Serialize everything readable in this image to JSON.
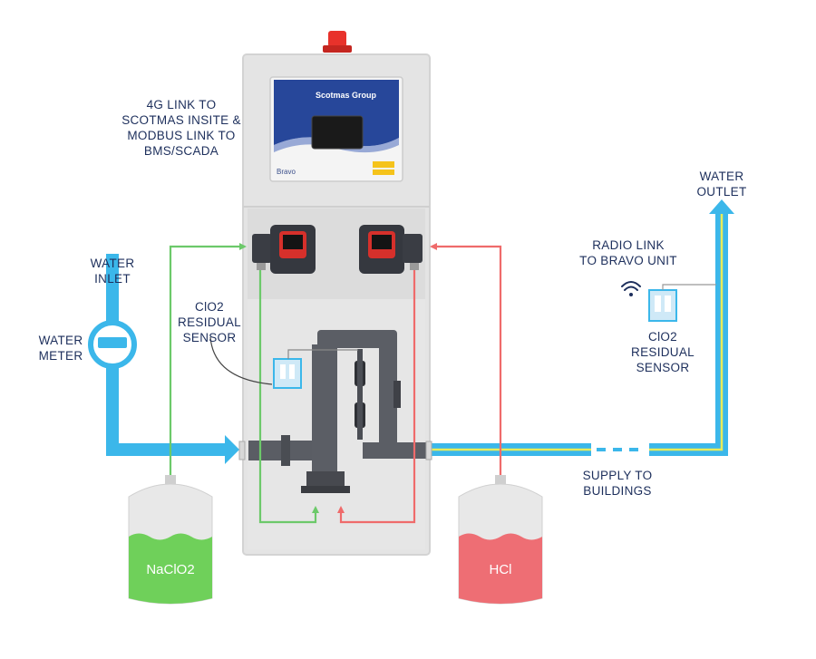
{
  "labels": {
    "link": [
      "4G LINK TO",
      "SCOTMAS INSITE &",
      "MODBUS LINK TO",
      "BMS/SCADA"
    ],
    "water_inlet": [
      "WATER",
      "INLET"
    ],
    "water_meter": [
      "WATER",
      "METER"
    ],
    "sensor_left": [
      "ClO2",
      "RESIDUAL",
      "SENSOR"
    ],
    "water_outlet": [
      "WATER",
      "OUTLET"
    ],
    "radio_link": [
      "RADIO LINK",
      "TO BRAVO UNIT"
    ],
    "sensor_right": [
      "ClO2",
      "RESIDUAL",
      "SENSOR"
    ],
    "supply": [
      "SUPPLY TO",
      "BUILDINGS"
    ]
  },
  "tanks": {
    "left": "NaClO2",
    "right": "HCl"
  },
  "controller": {
    "brand": "Scotmas Group",
    "model": "Bravo"
  },
  "colors": {
    "navy_text": "#1d2f5c",
    "water_pipe": "#3bb7ea",
    "treated_line": "#e8ec5a",
    "nacl_line": "#6cc96a",
    "hcl_line": "#ef6b6b",
    "nacl_fill": "#6fd05a",
    "hcl_fill": "#ee6e74",
    "cabinet": "#e1e1e1",
    "alarm": "#e8322b"
  }
}
